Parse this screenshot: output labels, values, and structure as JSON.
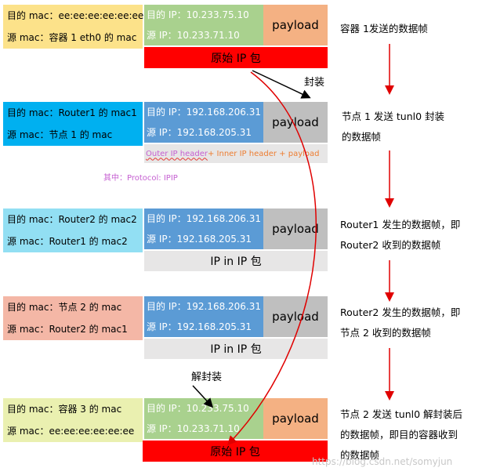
{
  "colors": {
    "mac1": "#fce28a",
    "ip_green": "#a9d18e",
    "payload_orange": "#f4b183",
    "red": "#ff0000",
    "mac_blue": "#00b0f0",
    "ip_blue": "#5b9bd5",
    "payload_gray": "#bfbfbf",
    "mac_cyan": "#92dff3",
    "light_gray": "#e7e6e6",
    "mac_salmon": "#f4b7a6",
    "mac_lime": "#eaf0b0",
    "purple": "#c55fd1",
    "orange_text": "#ed7d31"
  },
  "frames": [
    {
      "mac_dst": "目的 mac：ee:ee:ee:ee:ee:ee",
      "mac_src": "源 mac：容器 1 eth0 的 mac",
      "ip_dst": "目的 IP：10.233.75.10",
      "ip_src": "源 IP：10.233.71.10",
      "payload": "payload",
      "bar": "原始 IP 包",
      "note": [
        "容器 1发送的数据帧"
      ]
    },
    {
      "mac_dst": "目的 mac：Router1 的 mac1",
      "mac_src": "源 mac：节点 1 的 mac",
      "ip_dst": "目的 IP：192.168.206.31",
      "ip_src": "源 IP：192.168.205.31",
      "payload": "payload",
      "bar_parts": [
        "Outer IP header",
        " + Inner IP header + payload"
      ],
      "note": [
        "节点 1 发送 tunl0 封装",
        "的数据帧"
      ]
    },
    {
      "mac_dst": "目的 mac：Router2 的 mac2",
      "mac_src": "源 mac：Router1 的 mac2",
      "ip_dst": "目的 IP：192.168.206.31",
      "ip_src": "源 IP：192.168.205.31",
      "payload": "payload",
      "bar": "IP in IP 包",
      "note": [
        "Router1 发生的数据帧，即",
        "Router2 收到的数据帧"
      ]
    },
    {
      "mac_dst": "目的 mac：节点 2 的 mac",
      "mac_src": "源 mac：Router2 的 mac1",
      "ip_dst": "目的 IP：192.168.206.31",
      "ip_src": "源 IP：192.168.205.31",
      "payload": "payload",
      "bar": "IP in IP 包",
      "note": [
        "Router2 发生的数据帧，即",
        "节点 2 收到的数据帧"
      ]
    },
    {
      "mac_dst": "目的 mac：容器 3 的 mac",
      "mac_src": "源 mac：ee:ee:ee:ee:ee:ee",
      "ip_dst": "目的 IP：10.233.75.10",
      "ip_src": "源 IP：10.233.71.10",
      "payload": "payload",
      "bar": "原始 IP 包",
      "note": [
        "节点 2 发送 tunl0 解封装后",
        "的数据帧，即目的容器收到",
        "的数据帧"
      ]
    }
  ],
  "labels": {
    "encap": "封装",
    "decap": "解封装",
    "protocol": "其中：Protocol: IPIP",
    "watermark": "https://blog.csdn.net/somyjun"
  }
}
